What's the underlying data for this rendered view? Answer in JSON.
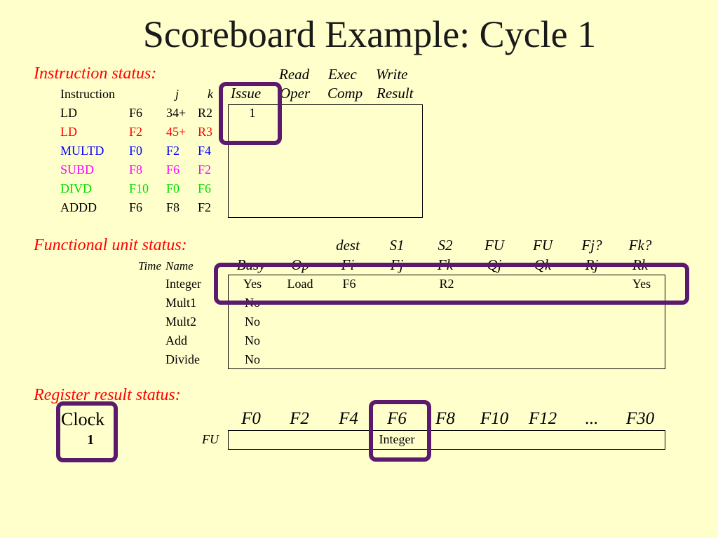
{
  "title": "Scoreboard Example: Cycle 1",
  "instruction_status": {
    "label": "Instruction status:",
    "headers_top": {
      "read": "Read",
      "exec": "Exec",
      "write": "Write"
    },
    "headers": {
      "instruction": "Instruction",
      "j": "j",
      "k": "k",
      "issue": "Issue",
      "read": "Oper",
      "exec": "Comp",
      "write": "Result"
    },
    "rows": [
      {
        "op": "LD",
        "dest": "F6",
        "j": "34+",
        "k": "R2",
        "issue": "1",
        "read": "",
        "exec": "",
        "write": "",
        "color": "#000000"
      },
      {
        "op": "LD",
        "dest": "F2",
        "j": "45+",
        "k": "R3",
        "issue": "",
        "read": "",
        "exec": "",
        "write": "",
        "color": "#FF0000"
      },
      {
        "op": "MULTD",
        "dest": "F0",
        "j": "F2",
        "k": "F4",
        "issue": "",
        "read": "",
        "exec": "",
        "write": "",
        "color": "#0000FF"
      },
      {
        "op": "SUBD",
        "dest": "F8",
        "j": "F6",
        "k": "F2",
        "issue": "",
        "read": "",
        "exec": "",
        "write": "",
        "color": "#FF00FF"
      },
      {
        "op": "DIVD",
        "dest": "F10",
        "j": "F0",
        "k": "F6",
        "issue": "",
        "read": "",
        "exec": "",
        "write": "",
        "color": "#00DD00"
      },
      {
        "op": "ADDD",
        "dest": "F6",
        "j": "F8",
        "k": "F2",
        "issue": "",
        "read": "",
        "exec": "",
        "write": "",
        "color": "#000000"
      }
    ]
  },
  "functional_unit_status": {
    "label": "Functional unit status:",
    "headers_top": [
      "dest",
      "S1",
      "S2",
      "FU",
      "FU",
      "Fj?",
      "Fk?"
    ],
    "headers": [
      "Time",
      "Name",
      "Busy",
      "Op",
      "Fi",
      "Fj",
      "Fk",
      "Qj",
      "Qk",
      "Rj",
      "Rk"
    ],
    "rows": [
      {
        "time": "",
        "name": "Integer",
        "busy": "Yes",
        "op": "Load",
        "fi": "F6",
        "fj": "",
        "fk": "R2",
        "qj": "",
        "qk": "",
        "rj": "",
        "rk": "Yes"
      },
      {
        "time": "",
        "name": "Mult1",
        "busy": "No",
        "op": "",
        "fi": "",
        "fj": "",
        "fk": "",
        "qj": "",
        "qk": "",
        "rj": "",
        "rk": ""
      },
      {
        "time": "",
        "name": "Mult2",
        "busy": "No",
        "op": "",
        "fi": "",
        "fj": "",
        "fk": "",
        "qj": "",
        "qk": "",
        "rj": "",
        "rk": ""
      },
      {
        "time": "",
        "name": "Add",
        "busy": "No",
        "op": "",
        "fi": "",
        "fj": "",
        "fk": "",
        "qj": "",
        "qk": "",
        "rj": "",
        "rk": ""
      },
      {
        "time": "",
        "name": "Divide",
        "busy": "No",
        "op": "",
        "fi": "",
        "fj": "",
        "fk": "",
        "qj": "",
        "qk": "",
        "rj": "",
        "rk": ""
      }
    ]
  },
  "register_result_status": {
    "label": "Register result status:",
    "clock_label": "Clock",
    "clock_value": "1",
    "fu_label": "FU",
    "registers": [
      "F0",
      "F2",
      "F4",
      "F6",
      "F8",
      "F10",
      "F12",
      "...",
      "F30"
    ],
    "values": [
      "",
      "",
      "",
      "Integer",
      "",
      "",
      "",
      "",
      ""
    ]
  },
  "colors": {
    "background": "#FFFFCC",
    "section_label": "#FF0000",
    "highlight": "#5C1A6E"
  }
}
